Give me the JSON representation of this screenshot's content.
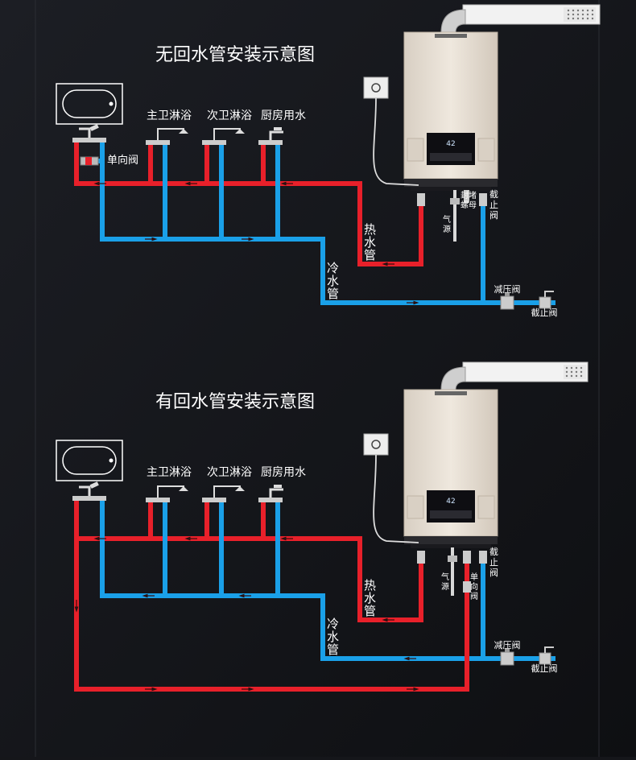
{
  "colors": {
    "background": "#15161a",
    "hot_pipe": "#e8202a",
    "cold_pipe": "#1aa0e8",
    "heater_body": "#e5ddd2",
    "text": "#ffffff"
  },
  "diagrams": [
    {
      "title": "无回水管安装示意图",
      "labels": {
        "master_bath": "主卫淋浴",
        "second_bath": "次卫淋浴",
        "kitchen": "厨房用水",
        "check_valve": "单向阀",
        "hot_pipe": [
          "热",
          "水",
          "管"
        ],
        "cold_pipe": [
          "冷",
          "水",
          "管"
        ],
        "gas_source": [
          "气",
          "源"
        ],
        "seal_nut": [
          "封堵",
          "螺母"
        ],
        "shutoff_valve_vertical": [
          "截",
          "止",
          "阀"
        ],
        "pressure_valve": "减压阀",
        "shutoff_valve": "截止阀",
        "display_temp": "42"
      }
    },
    {
      "title": "有回水管安装示意图",
      "labels": {
        "master_bath": "主卫淋浴",
        "second_bath": "次卫淋浴",
        "kitchen": "厨房用水",
        "hot_pipe": [
          "热",
          "水",
          "管"
        ],
        "cold_pipe": [
          "冷",
          "水",
          "管"
        ],
        "gas_source": [
          "气",
          "源"
        ],
        "check_valve_vertical": [
          "单",
          "向",
          "阀"
        ],
        "shutoff_valve_vertical": [
          "截",
          "止",
          "阀"
        ],
        "pressure_valve": "减压阀",
        "shutoff_valve": "截止阀",
        "display_temp": "42"
      }
    }
  ]
}
